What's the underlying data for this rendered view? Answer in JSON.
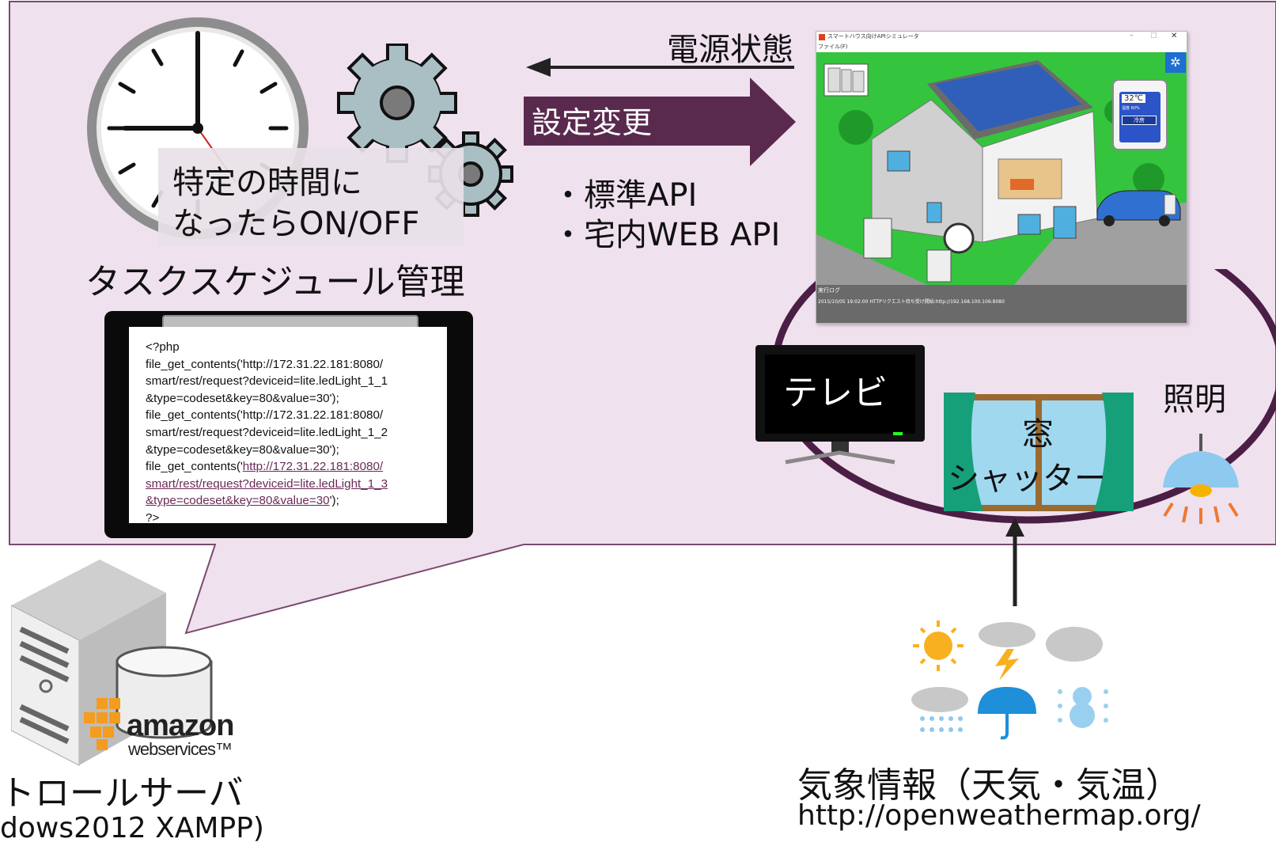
{
  "labels": {
    "power_state": "電源状態",
    "setting_change": "設定変更",
    "api_standard": "・標準API",
    "api_web": "・宅内WEB API",
    "timer_line1": "特定の時間に",
    "timer_line2": "なったらON/OFF",
    "task_schedule": "タスクスケジュール管理",
    "tv": "テレビ",
    "lighting": "照明",
    "window_line1": "窓",
    "window_line2": "シャッター",
    "server_name": "トロールサーバ",
    "server_sub": "dows2012 XAMPP)",
    "weather_title": "気象情報（天気・気温）",
    "weather_url": "http://openweathermap.org/",
    "aws_word": "amazon",
    "aws_sub": "webservices™"
  },
  "simulator": {
    "window_title": "スマートハウス向けAPIシミュレータ",
    "menu": "ファイル(F)",
    "aircon_temp": "32℃",
    "aircon_humidity": "湿度 60%",
    "aircon_mode": "冷房",
    "log_title": "実行ログ",
    "log_line": "2015/10/05 19:02:00 HTTPリクエスト待ち受け開始:http://192.168.100.106:8080"
  },
  "code_lines": [
    "<?php",
    "file_get_contents('http://172.31.22.181:8080/",
    "smart/rest/request?deviceid=lite.ledLight_1_1",
    "&type=codeset&key=80&value=30');",
    "file_get_contents('http://172.31.22.181:8080/",
    "smart/rest/request?deviceid=lite.ledLight_1_2",
    "&type=codeset&key=80&value=30');",
    "file_get_contents('",
    "http://172.31.22.181:8080/",
    "smart/rest/request?deviceid=lite.ledLight_1_3",
    "&type=codeset&key=80&value=30",
    "');",
    "?>"
  ],
  "colors": {
    "bubble_fill": "#f0e1ef",
    "accent_purple": "#5a2a4e",
    "loop_purple": "#4b1f45",
    "sim_grass": "#35c43e"
  }
}
